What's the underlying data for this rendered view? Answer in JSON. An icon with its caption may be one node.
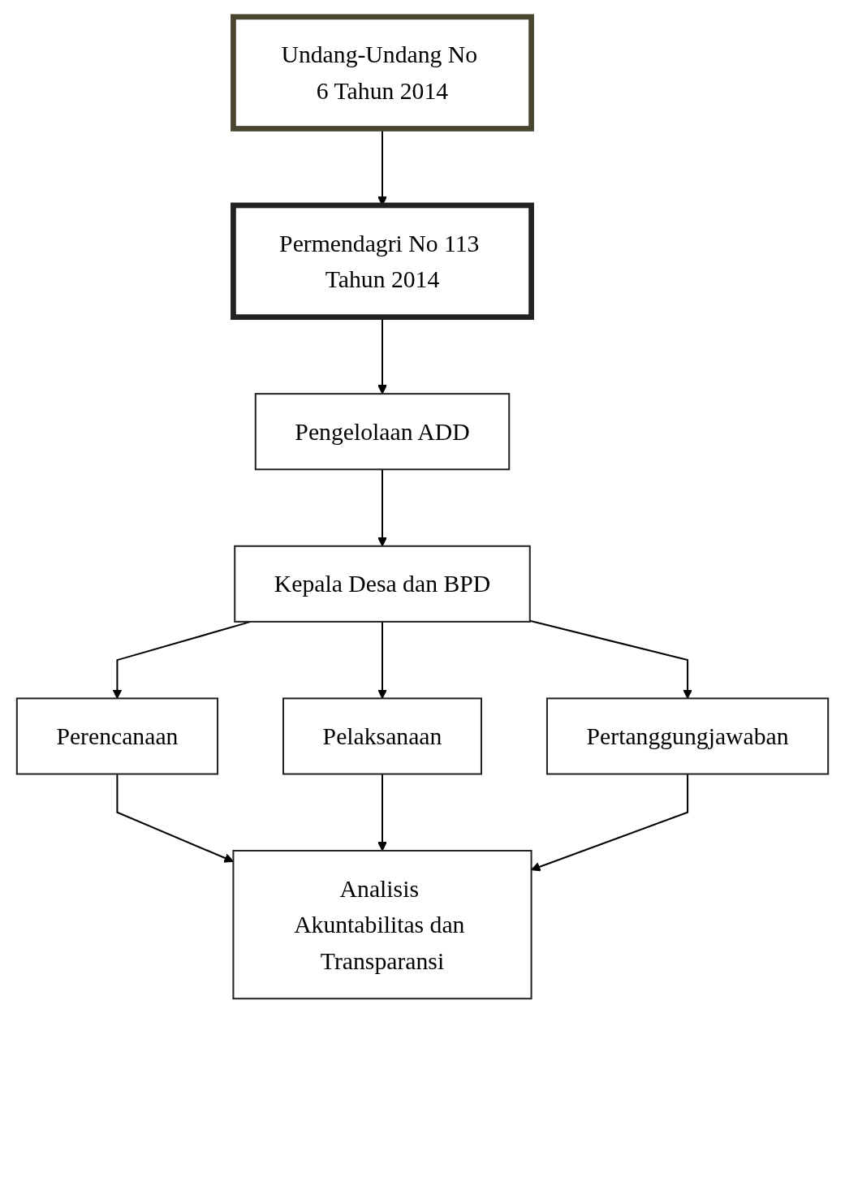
{
  "diagram": {
    "nodes": [
      {
        "text": [
          "Undang-Undang No 6 Tahun 2014"
        ]
      },
      {
        "text": [
          "Permendagri No 113 Tahun 2014"
        ]
      },
      {
        "text": [
          "Pengelolaan ADD"
        ]
      },
      {
        "text": [
          "Kepala Desa dan BPD"
        ]
      },
      {
        "text": [
          "Perencanaan"
        ]
      },
      {
        "text": [
          "Pelaksanaan"
        ]
      },
      {
        "text": [
          "Pertanggungjawaban"
        ]
      },
      {
        "text": [
          "Analisis Akuntabilitas dan Transparansi"
        ]
      }
    ],
    "edges": [
      {
        "from": 0,
        "to": 1,
        "arrow": "to"
      },
      {
        "from": 1,
        "to": 2,
        "arrow": "to"
      },
      {
        "from": 2,
        "to": 3,
        "arrow": "to"
      },
      {
        "from": 3,
        "to": 4,
        "arrow": "to"
      },
      {
        "from": 3,
        "to": 5,
        "arrow": "to"
      },
      {
        "from": 3,
        "to": 6,
        "arrow": "to"
      },
      {
        "from": 4,
        "to": 7,
        "arrow": "to"
      },
      {
        "from": 5,
        "to": 7,
        "arrow": "to"
      },
      {
        "from": 6,
        "to": 7,
        "arrow": "to"
      }
    ]
  }
}
